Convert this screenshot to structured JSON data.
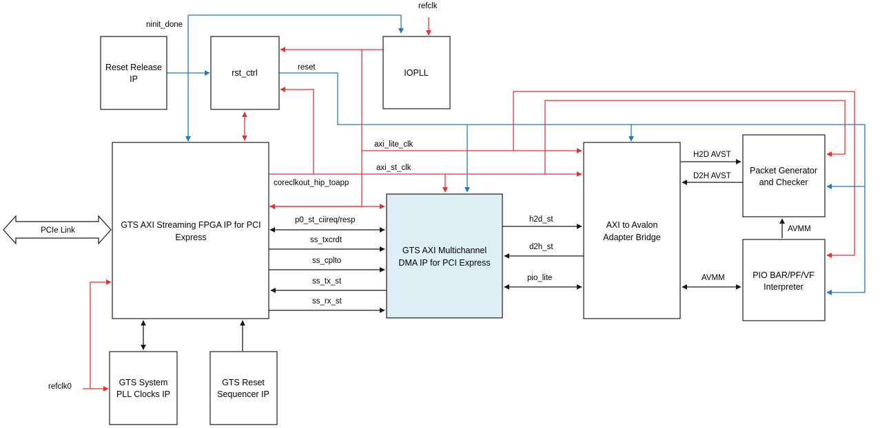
{
  "blocks": {
    "reset_release": [
      "Reset Release",
      "IP"
    ],
    "rst_ctrl": [
      "rst_ctrl"
    ],
    "iopll": [
      "IOPLL"
    ],
    "gts_axi_st": [
      "GTS AXI Streaming FPGA IP for PCI",
      "Express"
    ],
    "gts_mcdma": [
      "GTS AXI Multichannel",
      "DMA IP for PCI Express"
    ],
    "axi_avalon_bridge": [
      "AXI to Avalon",
      "Adapter Bridge"
    ],
    "packet_gen": [
      "Packet Generator",
      "and Checker"
    ],
    "pio": [
      "PIO BAR/PF/VF",
      "Interpreter"
    ],
    "gts_pll": [
      "GTS System",
      "PLL Clocks IP"
    ],
    "gts_reset_seq": [
      "GTS Reset",
      "Sequencer IP"
    ]
  },
  "signals": {
    "ninit_done": "ninit_done",
    "refclk": "refclk",
    "reset": "reset",
    "axi_lite_clk": "axi_lite_clk",
    "axi_st_clk": "axi_st_clk",
    "coreclkout": "coreclkout_hip_toapp",
    "p0_st": "p0_st_ciireq/resp",
    "ss_txcrdt": "ss_txcrdt",
    "ss_cplto": "ss_cplto",
    "ss_tx_st": "ss_tx_st",
    "ss_rx_st": "ss_rx_st",
    "h2d_st": "h2d_st",
    "d2h_st": "d2h_st",
    "pio_lite": "pio_lite",
    "h2d_avst": "H2D AVST",
    "d2h_avst": "D2H AVST",
    "avmm_bridge_pio": "AVMM",
    "avmm_pio_pkt": "AVMM",
    "refclk0": "refclk0",
    "pcie_link": "PCIe Link"
  },
  "colors": {
    "reset_lines": "#e8302e",
    "clock_lines": "#1f78c1",
    "data_lines": "#1a1a1a",
    "dma_fill": "#ddeef4"
  }
}
